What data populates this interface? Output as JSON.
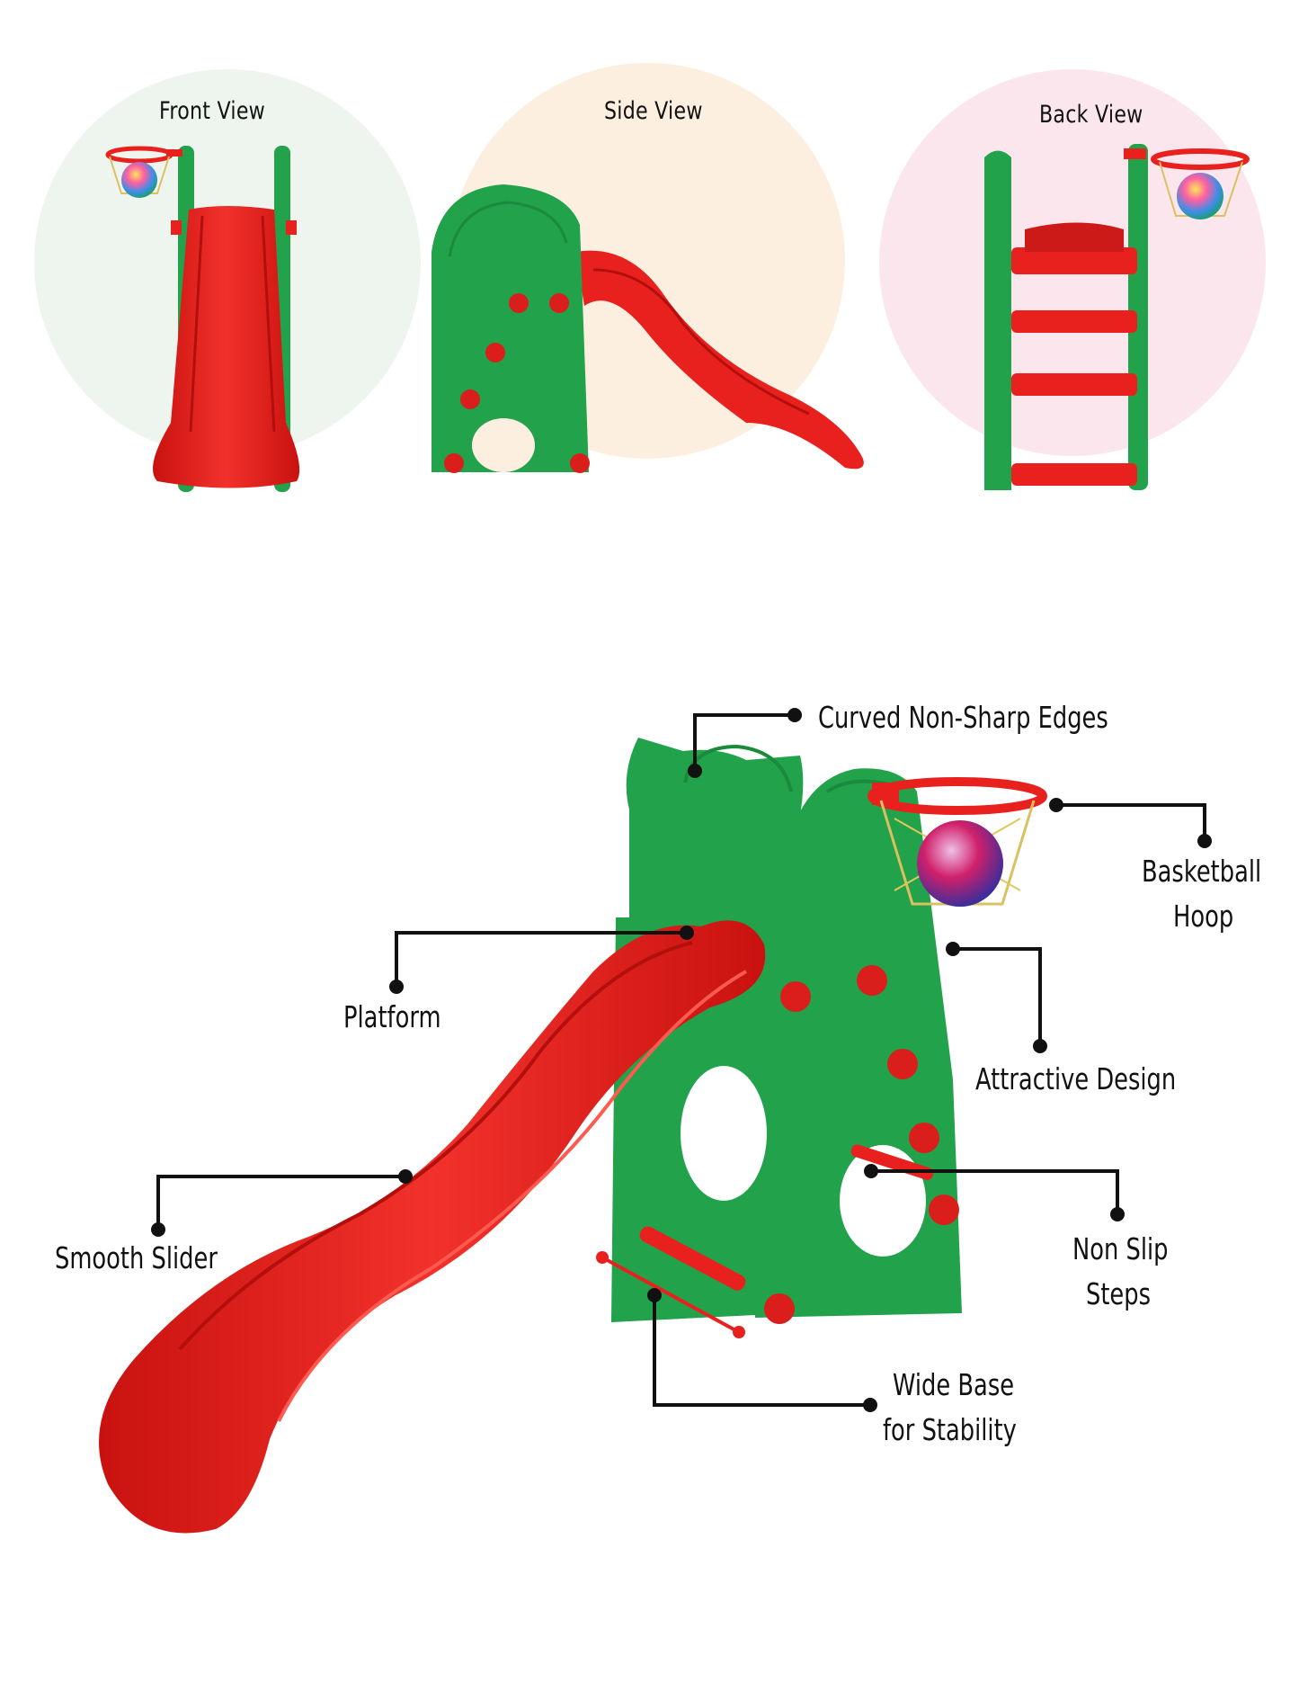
{
  "views": {
    "front": "Front View",
    "side": "Side View",
    "back": "Back View"
  },
  "callouts": {
    "edges": "Curved Non-Sharp Edges",
    "hoop_1": "Basketball",
    "hoop_2": "Hoop",
    "platform": "Platform",
    "design": "Attractive Design",
    "slider": "Smooth Slider",
    "steps_1": "Non Slip",
    "steps_2": "Steps",
    "base_1": "Wide Base",
    "base_2": "for Stability"
  },
  "colors": {
    "slide_red": "#e8211f",
    "frame_green": "#22a24a",
    "front_circle": "#eef5ee",
    "side_circle": "#fcefe0",
    "back_circle": "#fbe6ee",
    "leader_line": "#111111"
  }
}
